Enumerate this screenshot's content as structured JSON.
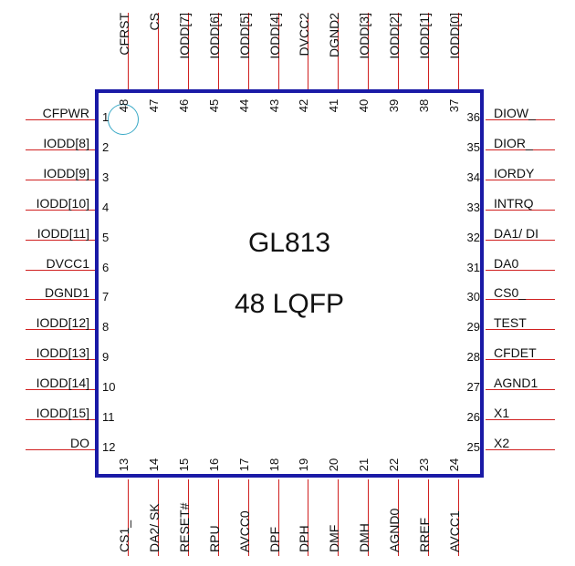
{
  "chip": {
    "name": "GL813",
    "package": "48 LQFP"
  },
  "pins": {
    "left": [
      {
        "num": "1",
        "name": "CFPWR"
      },
      {
        "num": "2",
        "name": "IODD[8]"
      },
      {
        "num": "3",
        "name": "IODD[9]"
      },
      {
        "num": "4",
        "name": "IODD[10]"
      },
      {
        "num": "5",
        "name": "IODD[11]"
      },
      {
        "num": "6",
        "name": "DVCC1"
      },
      {
        "num": "7",
        "name": "DGND1"
      },
      {
        "num": "8",
        "name": "IODD[12]"
      },
      {
        "num": "9",
        "name": "IODD[13]"
      },
      {
        "num": "10",
        "name": "IODD[14]"
      },
      {
        "num": "11",
        "name": "IODD[15]"
      },
      {
        "num": "12",
        "name": "DO"
      }
    ],
    "bottom": [
      {
        "num": "13",
        "name": "CS1_"
      },
      {
        "num": "14",
        "name": "DA2/ SK"
      },
      {
        "num": "15",
        "name": "RESET#"
      },
      {
        "num": "16",
        "name": "RPU"
      },
      {
        "num": "17",
        "name": "AVCC0"
      },
      {
        "num": "18",
        "name": "DPF"
      },
      {
        "num": "19",
        "name": "DPH"
      },
      {
        "num": "20",
        "name": "DMF"
      },
      {
        "num": "21",
        "name": "DMH"
      },
      {
        "num": "22",
        "name": "AGND0"
      },
      {
        "num": "23",
        "name": "RREF"
      },
      {
        "num": "24",
        "name": "AVCC1"
      }
    ],
    "right": [
      {
        "num": "36",
        "name": "DIOW_"
      },
      {
        "num": "35",
        "name": "DIOR_"
      },
      {
        "num": "34",
        "name": "IORDY"
      },
      {
        "num": "33",
        "name": "INTRQ"
      },
      {
        "num": "32",
        "name": "DA1/ DI"
      },
      {
        "num": "31",
        "name": "DA0"
      },
      {
        "num": "30",
        "name": "CS0_"
      },
      {
        "num": "29",
        "name": "TEST"
      },
      {
        "num": "28",
        "name": "CFDET"
      },
      {
        "num": "27",
        "name": "AGND1"
      },
      {
        "num": "26",
        "name": "X1"
      },
      {
        "num": "25",
        "name": "X2"
      }
    ],
    "top": [
      {
        "num": "48",
        "name": "CFRST"
      },
      {
        "num": "47",
        "name": "CS"
      },
      {
        "num": "46",
        "name": "IODD[7]"
      },
      {
        "num": "45",
        "name": "IODD[6]"
      },
      {
        "num": "44",
        "name": "IODD[5]"
      },
      {
        "num": "43",
        "name": "IODD[4]"
      },
      {
        "num": "42",
        "name": "DVCC2"
      },
      {
        "num": "41",
        "name": "DGND2"
      },
      {
        "num": "40",
        "name": "IODD[3]"
      },
      {
        "num": "39",
        "name": "IODD[2]"
      },
      {
        "num": "38",
        "name": "IODD[1]"
      },
      {
        "num": "37",
        "name": "IODD[0]"
      }
    ]
  },
  "colors": {
    "body_outline": "#1a1aa6",
    "lead": "#d02020",
    "pin1_marker": "#39a9c6"
  }
}
